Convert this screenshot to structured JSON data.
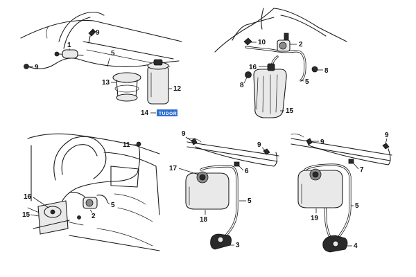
{
  "callouts": {
    "p1": {
      "c1": "1",
      "c5": "5",
      "c9a": "9",
      "c9b": "9",
      "c12": "12",
      "c13": "13",
      "c14": "14"
    },
    "p2": {
      "c2": "2",
      "c5": "5",
      "c8a": "8",
      "c8b": "8",
      "c10": "10",
      "c15": "15",
      "c16": "16"
    },
    "p3": {
      "c2": "2",
      "c5": "5",
      "c11": "11",
      "c15": "15",
      "c16": "16"
    },
    "p4": {
      "c3": "3",
      "c5": "5",
      "c6": "6",
      "c9a": "9",
      "c9b": "9",
      "c17": "17",
      "c18": "18"
    },
    "p5": {
      "c4": "4",
      "c5": "5",
      "c7": "7",
      "c9a": "9",
      "c9b": "9",
      "c19": "19"
    }
  },
  "badge": {
    "text": "TUDOR",
    "color": "#2f6fd0"
  }
}
